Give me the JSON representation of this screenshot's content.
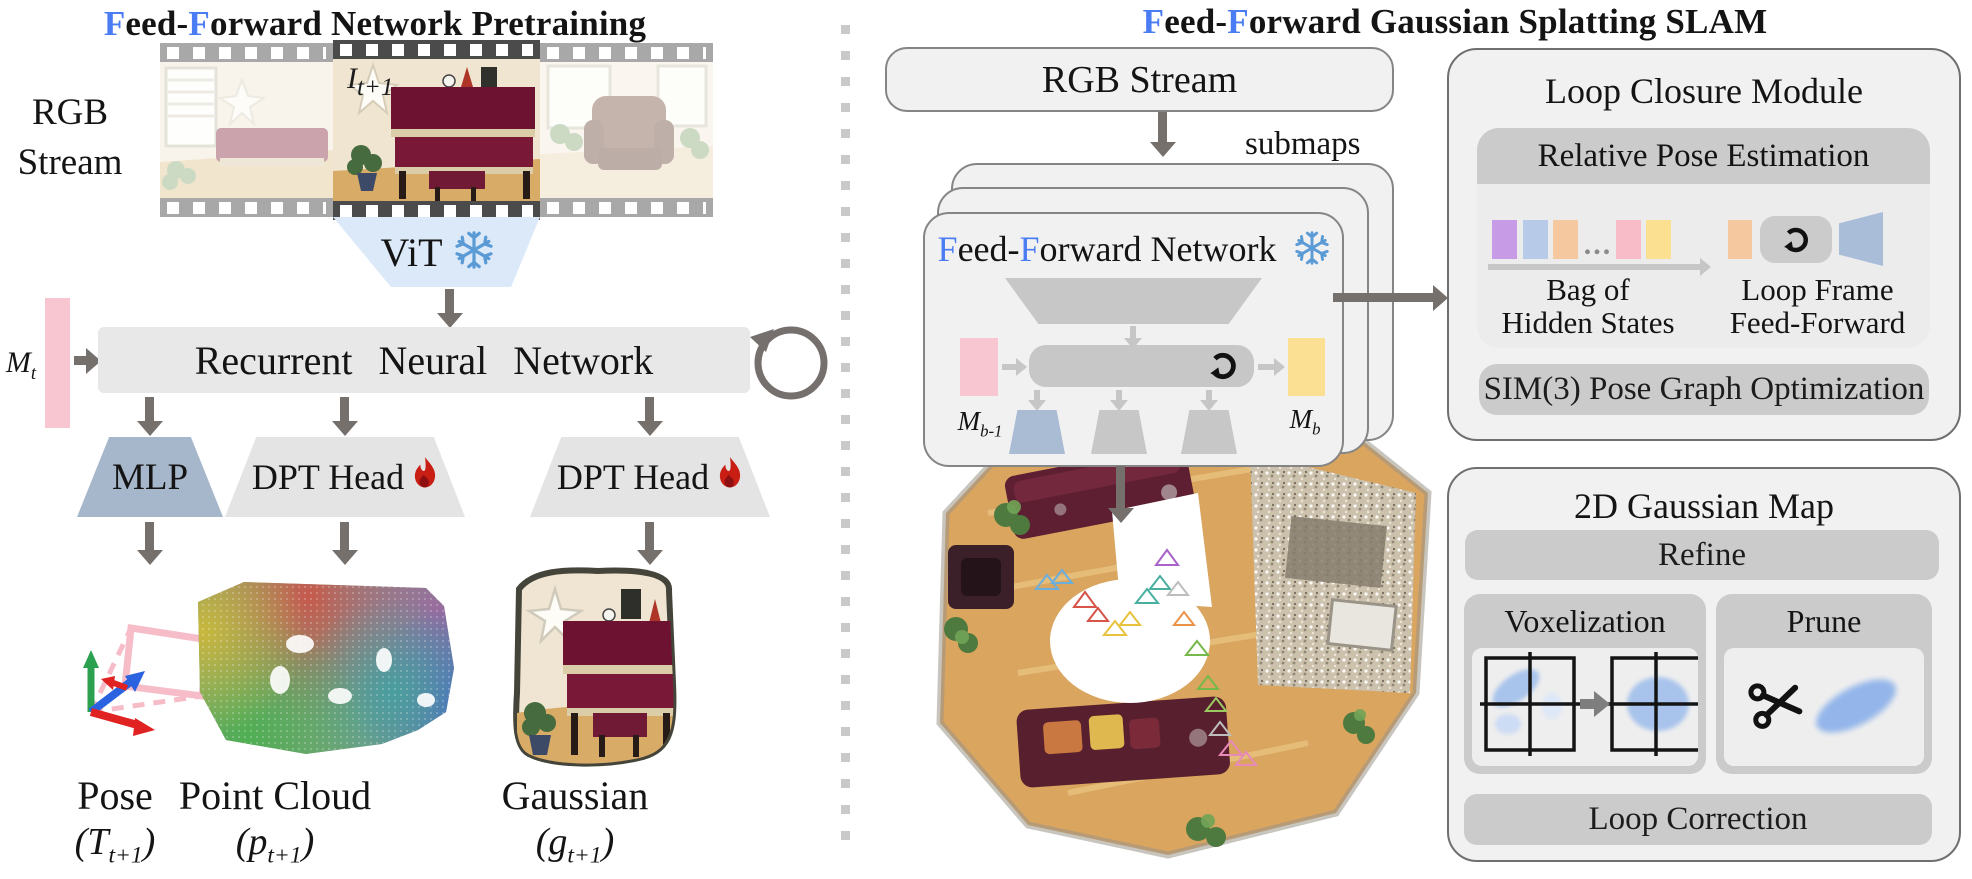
{
  "colors": {
    "accent_blue": "#4a7cf3",
    "snowflake_blue": "#5b9bd5",
    "memory_pink": "#f8c6d0",
    "memory_yellow": "#fbdf92",
    "mlp_blue": "#a7b7cb",
    "vit_blue": "#dbe9f8",
    "card_gray": "#f1f1f1",
    "bar_gray": "#cbcbcb",
    "arrow_gray": "#76706d",
    "fire_red": "#c81e14",
    "chip_purple": "#c79be5",
    "chip_blue": "#b7cbe8",
    "chip_orange": "#f6c8a0",
    "chip_pink": "#f8bcc8",
    "chip_yellow": "#fce092",
    "frustum_blue": "#a9bcd8",
    "gaussian_blob_blue": "#8fb3ea"
  },
  "left": {
    "title": {
      "f1": "F",
      "mid": "eed-",
      "f2": "F",
      "rest": "orward Network Pretraining"
    },
    "stream_label_1": "RGB",
    "stream_label_2": "Stream",
    "frame_var": {
      "base": "I",
      "sub": "t+1"
    },
    "vit_label": "ViT",
    "memory_var": {
      "base": "M",
      "sub": "t"
    },
    "rnn_label": "Recurrent Neural Network",
    "heads": {
      "mlp": "MLP",
      "dpt1": "DPT Head",
      "dpt2": "DPT Head"
    },
    "outputs": [
      {
        "name": "Pose",
        "base": "T",
        "sub": "t+1"
      },
      {
        "name": "Point Cloud",
        "base": "p",
        "sub": "t+1"
      },
      {
        "name": "Gaussian",
        "base": "g",
        "sub": "t+1"
      }
    ],
    "paren_open": "(",
    "paren_close": ")"
  },
  "right": {
    "title": {
      "f1": "F",
      "mid": "eed-",
      "f2": "F",
      "rest": "orward Gaussian Splatting SLAM"
    },
    "rgb_stream": "RGB Stream",
    "submaps": "submaps",
    "ffn": {
      "title": {
        "f1": "F",
        "mid": "eed-",
        "f2": "F",
        "rest": "orward Network"
      },
      "m_prev": {
        "base": "M",
        "sub": "b-1"
      },
      "m_next": {
        "base": "M",
        "sub": "b"
      }
    },
    "lcm": {
      "title": "Loop Closure Module",
      "rpe_title": "Relative Pose Estimation",
      "dots": "...",
      "bag_line1": "Bag of",
      "bag_line2": "Hidden States",
      "loop_line1": "Loop Frame",
      "loop_line2": "Feed-Forward",
      "sim3": "SIM(3) Pose Graph Optimization"
    },
    "gmap": {
      "title": "2D Gaussian Map",
      "refine": "Refine",
      "voxelization": "Voxelization",
      "prune": "Prune",
      "loop_correction": "Loop Correction"
    }
  }
}
